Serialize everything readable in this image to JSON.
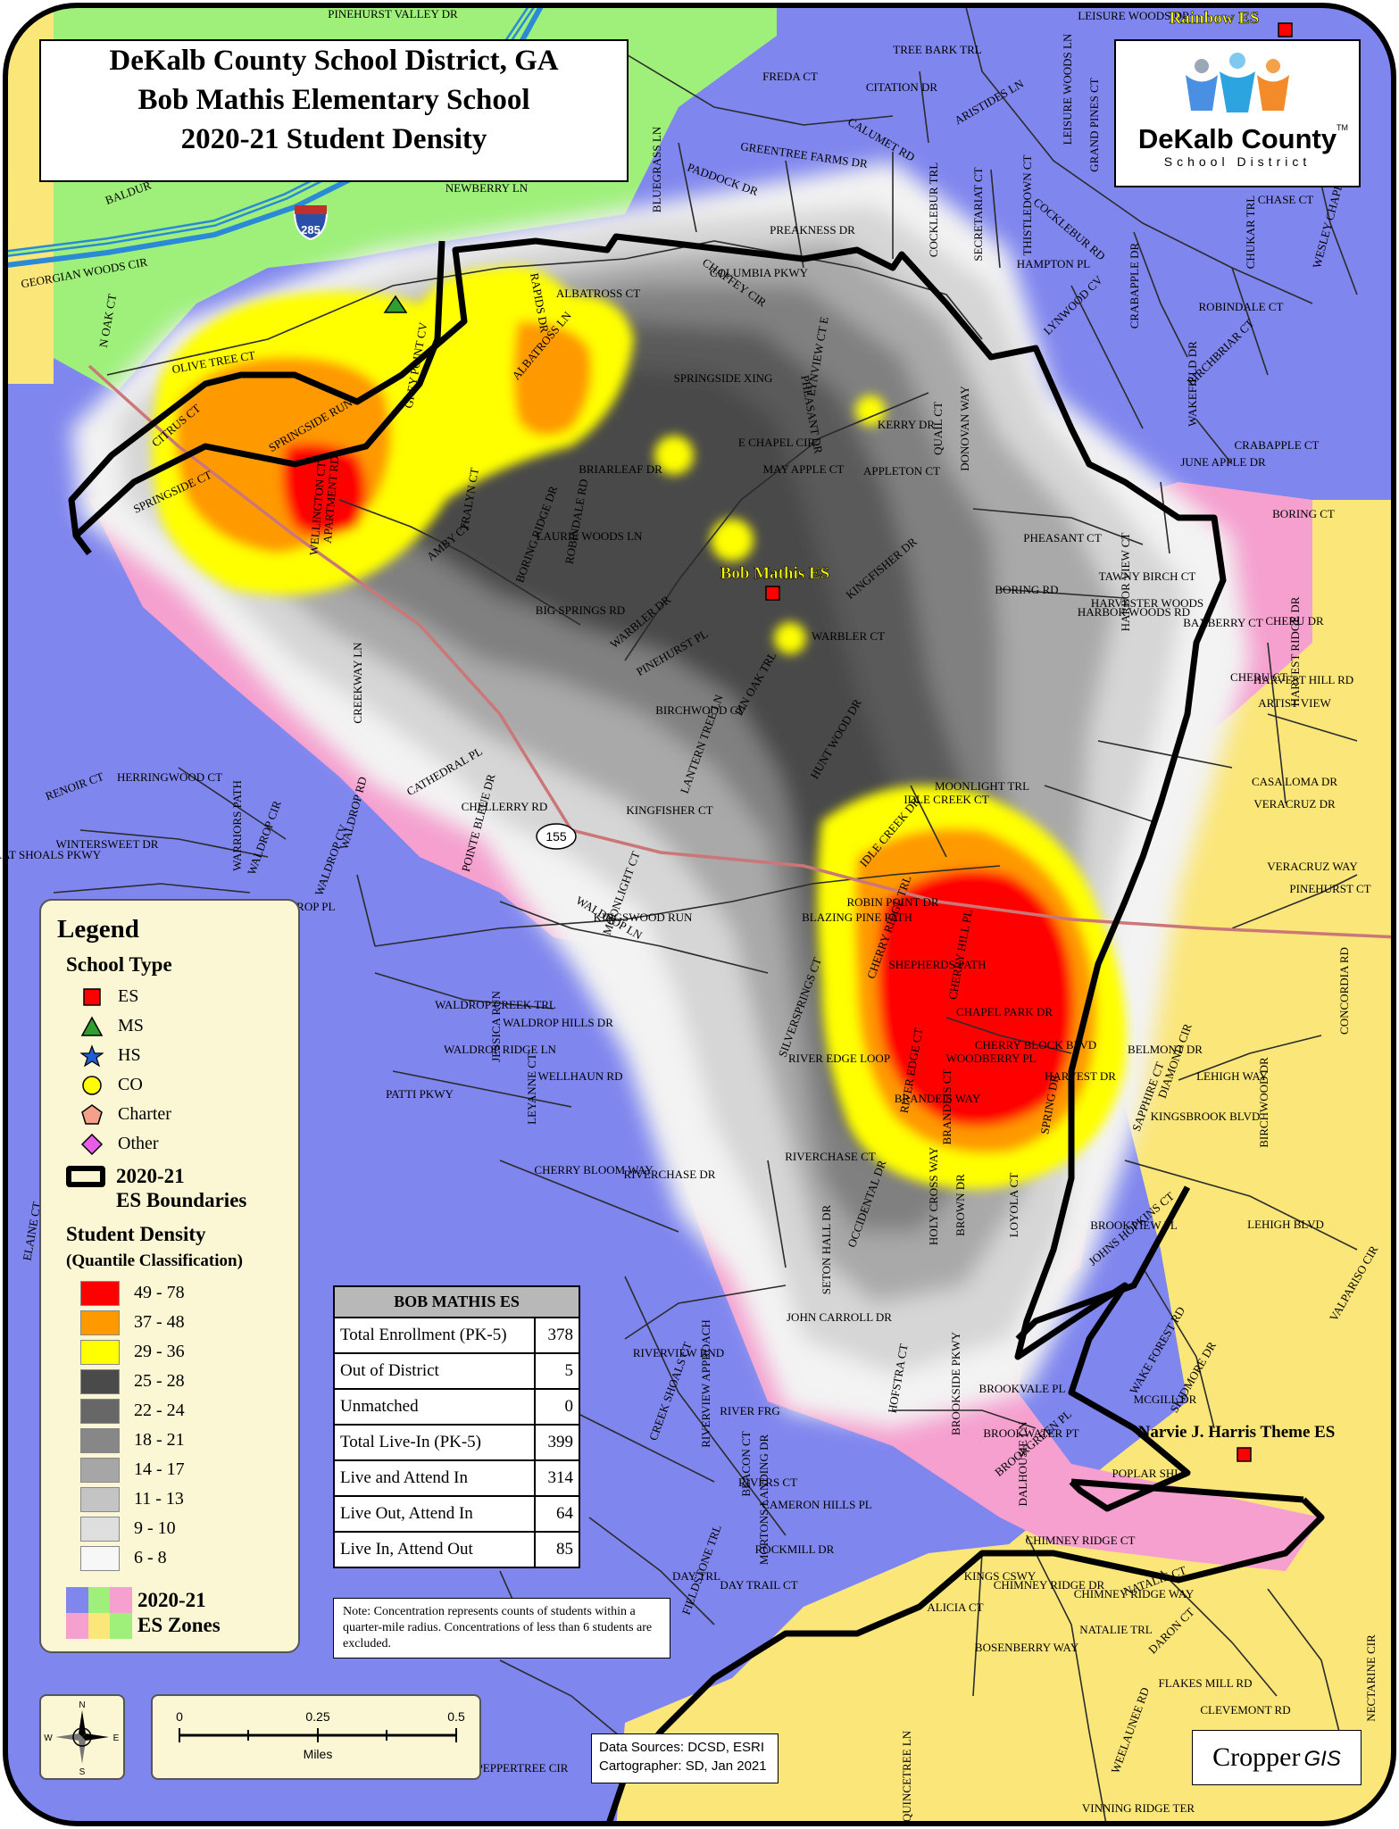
{
  "title": {
    "line1": "DeKalb County School District, GA",
    "line2": "Bob Mathis Elementary School",
    "line3": "2020-21 Student Density"
  },
  "logo": {
    "name": "DeKalb County",
    "sub": "School District",
    "tm": "TM"
  },
  "schools": {
    "bob_mathis": "Bob Mathis ES",
    "rainbow": "Rainbow ES",
    "narvie": "Narvie J. Harris Theme ES"
  },
  "shields": {
    "interstate": "285",
    "state": "155"
  },
  "streets": [
    "LEISURE WOODS DR",
    "TREE BARK TRL",
    "FREDA CT",
    "CITATION DR",
    "ARISTIDES LN",
    "CALUMET RD",
    "LEISURE WOODS LN",
    "GRAND PINES CT",
    "GREENTREE FARMS DR",
    "PADDOCK DR",
    "PREAKNESS DR",
    "BLUEGRASS LN",
    "NEWBERRY LN",
    "COCKLEBUR TRL",
    "SECRETARIAT CT",
    "THISTLEDOWN CT",
    "COCKLEBUR RD",
    "HAMPTON PL",
    "CHASE CT",
    "CHUKAR TRL",
    "WESLEY CHAPEL RD",
    "COLUMBIA PKWY",
    "CHAFFEY CIR",
    "ALBATROSS CT",
    "ALBATROSS LN",
    "RAPIDS DR",
    "GREY POINT CV",
    "SPRINGSIDE XING",
    "PHEASANT DR",
    "LYNVIEW CT E",
    "KERRY DR",
    "DONOVAN WAY",
    "ROBINDALE CT",
    "BIRCHBRIAR CT",
    "WAKEFIELD DR",
    "CRABAPPLE CT",
    "JUNE APPLE DR",
    "BRIARLEAF DR",
    "MAY APPLE CT",
    "APPLETON CT",
    "QUAIL CT",
    "E CHAPEL CIR",
    "LAURIE WOODS LN",
    "ROBINDALE RD",
    "BORING RIDGE DR",
    "BIG SPRINGS RD",
    "WARBLER DR",
    "WARBLER CT",
    "KINGFISHER DR",
    "PHEASANT CT",
    "BORING RD",
    "HARBOR WOODS RD",
    "HARBOR VIEW CT",
    "TAWNY BIRCH CT",
    "HARVESTER WOODS",
    "BAXBERRY CT",
    "CHERU CT",
    "CHERU DR",
    "HARVEST HILL RD",
    "ARTIST VIEW",
    "CASA LOMA DR",
    "VERACRUZ DR",
    "VERACRUZ WAY",
    "PINEHURST CT",
    "PINEHURST PL",
    "PIN OAK TRL",
    "BIRCHWOOD CV",
    "LANTERN TREE LN",
    "HUNT WOOD DR",
    "IDLE CREEK DR",
    "IDLE CREEK CT",
    "KINGFISHER CT",
    "MOONLIGHT CT",
    "MOONLIGHT TRL",
    "CREEKWAY LN",
    "CATHEDRAL PL",
    "CHELLERRY RD",
    "POINTE BLEUE DR",
    "RENOIR CT",
    "WINTERSWEET DR",
    "FLAT SHOALS PKWY",
    "WARRIORS PATH",
    "HERRINGWOOD CT",
    "WALDROP CIR",
    "WALDROP CV",
    "WALDROP PL",
    "WALDROP RD",
    "WALDROP LN",
    "KINGSWOOD RUN",
    "BLAZING PINE PATH",
    "ROBIN POINT DR",
    "CHERRY RIDGE TRL",
    "CHERRY HILL PL",
    "CHAPEL PARK DR",
    "SHEPHERDS PATH",
    "WOODBERRY PL",
    "CHERRY BLOCK BLVD",
    "HARVEST DR",
    "SPRING DR",
    "BELMONT DR",
    "KINGSBROOK BLVD",
    "LEHIGH WAY",
    "BIRCHWOOD DR",
    "CONCORDIA RD",
    "DIAMOND CIR",
    "SAPPHIRE CT",
    "SILVERSPRINGS CT",
    "RIVER EDGE LOOP",
    "RIVER EDGE CT",
    "BRANDEIS WAY",
    "BRANDEIS CT",
    "WALDROP CREEK TRL",
    "WALDROP HILLS DR",
    "WALDROP RIDGE LN",
    "PATTI PKWY",
    "LEYANNE CT",
    "JESSICA RUN",
    "WELLHAUN RD",
    "CHERRY BLOOM WAY",
    "RIVERCHASE DR",
    "RIVERCHASE CT",
    "OCCIDENTAL DR",
    "HOLY CROSS WAY",
    "BROWN DR",
    "LOYOLA CT",
    "JOHNS HOPKINS CT",
    "BROOKVIEW PL",
    "LEHIGH BLVD",
    "VALPARISO CIR",
    "SETON HALL DR",
    "JOHN CARROLL DR",
    "HOFSTRA CT",
    "BROOKSIDE PKWY",
    "BROOKVALE PL",
    "BROOKGREEN PL",
    "BROOKWATER PT",
    "DALHOUSIE LN",
    "WAKE FOREST RD",
    "SKIDMORE DR",
    "MCGILL DR",
    "POPLAR SHLS",
    "RIVERVIEW BND",
    "CREEK SHOALS CT",
    "RIVERVIEW APPROACH",
    "RIVER FRG",
    "BEACON CT",
    "MORTONS LANDING DR",
    "RIVERS CT",
    "CAMERON HILLS PL",
    "ROCKMILL DR",
    "FIELDSTONE TRL",
    "DAY TRL",
    "DAY TRAIL CT",
    "CHIMNEY RIDGE CT",
    "CHIMNEY RIDGE DR",
    "CHIMNEY RIDGE WAY",
    "NATALIE CT",
    "NATALIE TRL",
    "DARON CT",
    "FLAKES MILL RD",
    "KINGS CSWY",
    "ALICIA CT",
    "BOSENBERRY WAY",
    "WEELAUNEE RD",
    "CLEVEMONT RD",
    "VINNING RIDGE TER",
    "QUINCETREE LN",
    "NECTARINE CIR",
    "PEPPERTREE CIR",
    "OLIVE TREE CT",
    "CITRUS CT",
    "SPRINGSIDE CT",
    "SPRINGSIDE RUN",
    "WELLINGTON CT",
    "APARTMENT RD",
    "AMBY CT",
    "TRALYN CT",
    "GEORGIAN WOODS CIR",
    "N OAK CT",
    "BALDUR",
    "PINEHURST VALLEY DR",
    "BORING CT",
    "ELAINE CT",
    "HARVEST RIDGE DR",
    "CRABAPPLE DR",
    "LYNWOOD CV"
  ],
  "legend": {
    "title": "Legend",
    "school_type_heading": "School Type",
    "school_types": [
      {
        "label": "ES",
        "icon": "red-square-icon",
        "color": "#ff0000"
      },
      {
        "label": "MS",
        "icon": "green-triangle-icon",
        "color": "#2e9e2e"
      },
      {
        "label": "HS",
        "icon": "blue-star-icon",
        "color": "#1f5fd6"
      },
      {
        "label": "CO",
        "icon": "yellow-circle-icon",
        "color": "#ffff00"
      },
      {
        "label": "Charter",
        "icon": "salmon-pentagon-icon",
        "color": "#f4a08a"
      },
      {
        "label": "Other",
        "icon": "magenta-diamond-icon",
        "color": "#e85de8"
      }
    ],
    "boundary_label_1": "2020-21",
    "boundary_label_2": "ES Boundaries",
    "density_heading": "Student Density",
    "density_subheading": "(Quantile Classification)",
    "density_classes": [
      {
        "label": "49 - 78",
        "color": "#ff0000"
      },
      {
        "label": "37 - 48",
        "color": "#ff9900"
      },
      {
        "label": "29 - 36",
        "color": "#ffff00"
      },
      {
        "label": "25 - 28",
        "color": "#4a4a4a"
      },
      {
        "label": "22 - 24",
        "color": "#676767"
      },
      {
        "label": "18 - 21",
        "color": "#878787"
      },
      {
        "label": "14 - 17",
        "color": "#a6a6a6"
      },
      {
        "label": "11 - 13",
        "color": "#c4c4c4"
      },
      {
        "label": "9 - 10",
        "color": "#dedede"
      },
      {
        "label": "6 - 8",
        "color": "#f7f7f7"
      }
    ],
    "zones_label_1": "2020-21",
    "zones_label_2": "ES Zones"
  },
  "stats": {
    "heading": "BOB MATHIS ES",
    "rows": [
      {
        "label": "Total Enrollment (PK-5)",
        "value": "378"
      },
      {
        "label": "Out of District",
        "value": "5"
      },
      {
        "label": "Unmatched",
        "value": "0"
      },
      {
        "label": "Total Live-In (PK-5)",
        "value": "399"
      },
      {
        "label": "Live and Attend In",
        "value": "314"
      },
      {
        "label": "Live Out, Attend In",
        "value": "64"
      },
      {
        "label": "Live In, Attend Out",
        "value": "85"
      }
    ]
  },
  "note": "Note: Concentration represents counts of students within a quarter-mile radius. Concentrations of less than 6 students are excluded.",
  "compass": {
    "n": "N",
    "s": "S",
    "e": "E",
    "w": "W"
  },
  "scale": {
    "t0": "0",
    "t1": "0.25",
    "t2": "0.5",
    "unit": "Miles"
  },
  "sources": {
    "line1": "Data Sources: DCSD, ESRI",
    "line2": "Cartographer: SD, Jan 2021"
  },
  "cropper": {
    "text1": "Cropper",
    "text2": "GIS"
  },
  "zone_colors": {
    "blue": "#7f86ee",
    "green": "#9ef07a",
    "yellow": "#fbe67a",
    "pink": "#f5a0cf"
  }
}
